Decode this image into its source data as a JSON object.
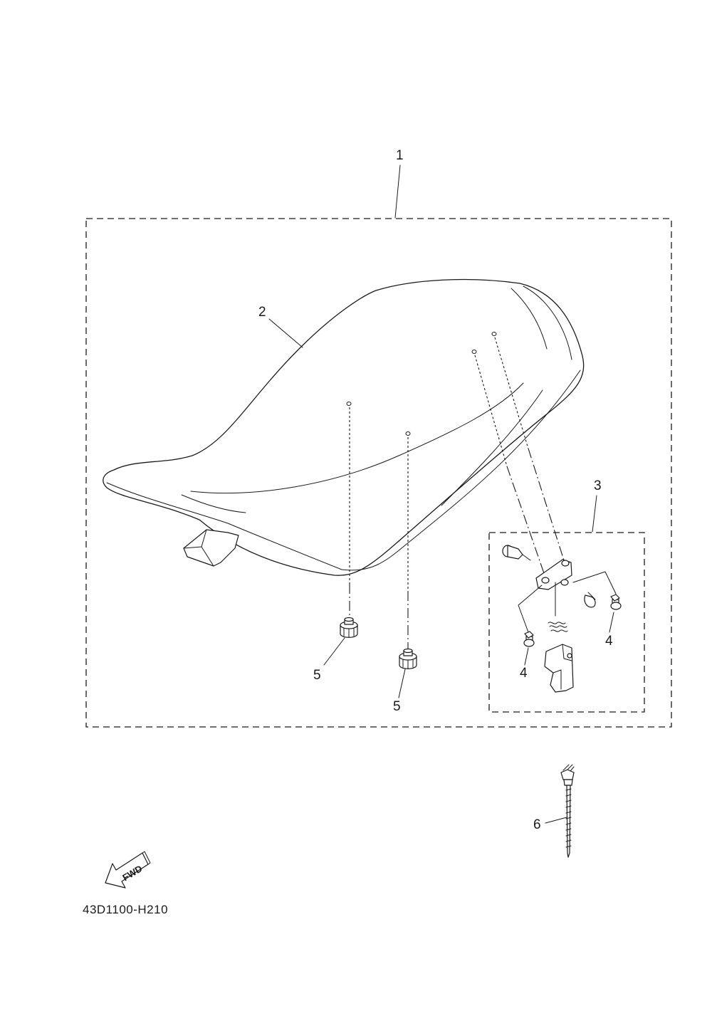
{
  "diagram": {
    "diagram_code": "43D1100-H210",
    "fwd_label": "FWD",
    "callouts": {
      "c1": "1",
      "c2": "2",
      "c3": "3",
      "c4a": "4",
      "c4b": "4",
      "c5a": "5",
      "c5b": "5",
      "c6": "6"
    }
  }
}
